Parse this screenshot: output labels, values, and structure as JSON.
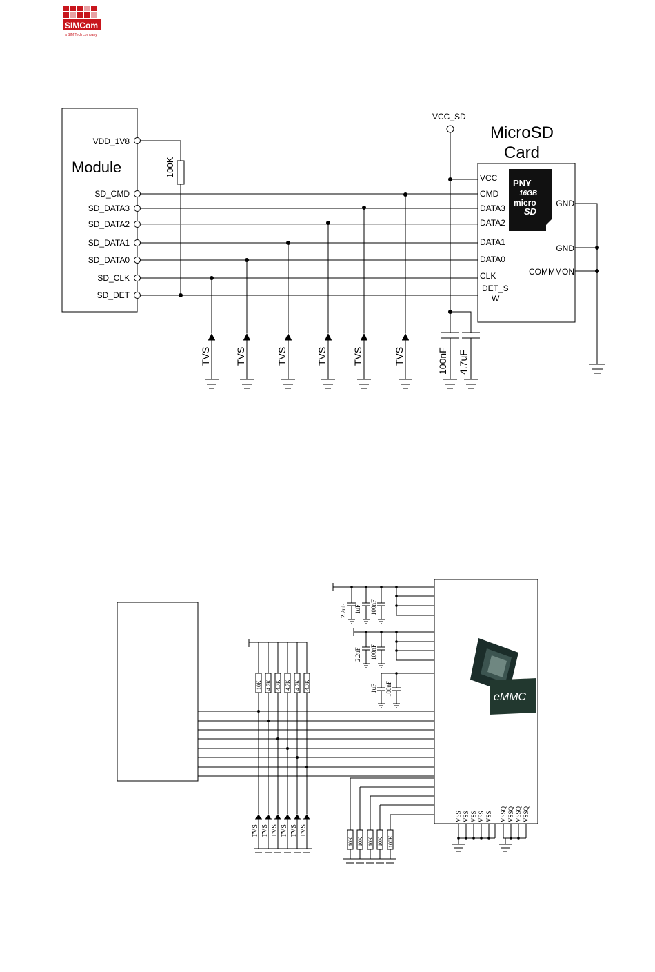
{
  "header": {
    "brand": "SIMCom",
    "tagline": "a SIM Tech company",
    "brand_color": "#c8161d"
  },
  "diagram1": {
    "module_label": "Module",
    "pins": [
      "VDD_1V8",
      "SD_CMD",
      "SD_DATA3",
      "SD_DATA2",
      "SD_DATA1",
      "SD_DATA0",
      "SD_CLK",
      "SD_DET"
    ],
    "pullup": "100K",
    "vcc_label": "VCC_SD",
    "card_title_1": "MicroSD",
    "card_title_2": "Card",
    "card_pins": [
      "VCC",
      "CMD",
      "DATA3",
      "DATA2",
      "DATA1",
      "DATA0",
      "CLK"
    ],
    "card_detect_1": "DET_S",
    "card_detect_2": "W",
    "card_right_pins": [
      "GND",
      "GND",
      "COMMMON"
    ],
    "tvs_label": "TVS",
    "cap1": "100nF",
    "cap2": "4.7uF",
    "card_brand": "PNY",
    "card_capacity": "16GB",
    "card_micro": "micro",
    "card_sd": "SD"
  },
  "diagram2": {
    "caps_top": [
      "2.2uF",
      "1uF",
      "100nF"
    ],
    "caps_mid": [
      "2.2uF",
      "100nF"
    ],
    "caps_low": [
      "1uF",
      "100nF"
    ],
    "pullups": [
      "10K",
      "4.7K",
      "4.7K",
      "4.7K",
      "4.7K",
      "4.7K"
    ],
    "tvs": [
      "TVS",
      "TVS",
      "TVS",
      "TVS",
      "TVS",
      "TVS"
    ],
    "pulldowns": [
      "10K",
      "10K",
      "10K",
      "10K",
      "100K"
    ],
    "vss_pins": [
      "VSS",
      "VSS",
      "VSS",
      "VSS",
      "VSS",
      "VSSQ",
      "VSSQ",
      "VSSQ",
      "VSSQ"
    ],
    "emmc_label": "eMMC"
  }
}
